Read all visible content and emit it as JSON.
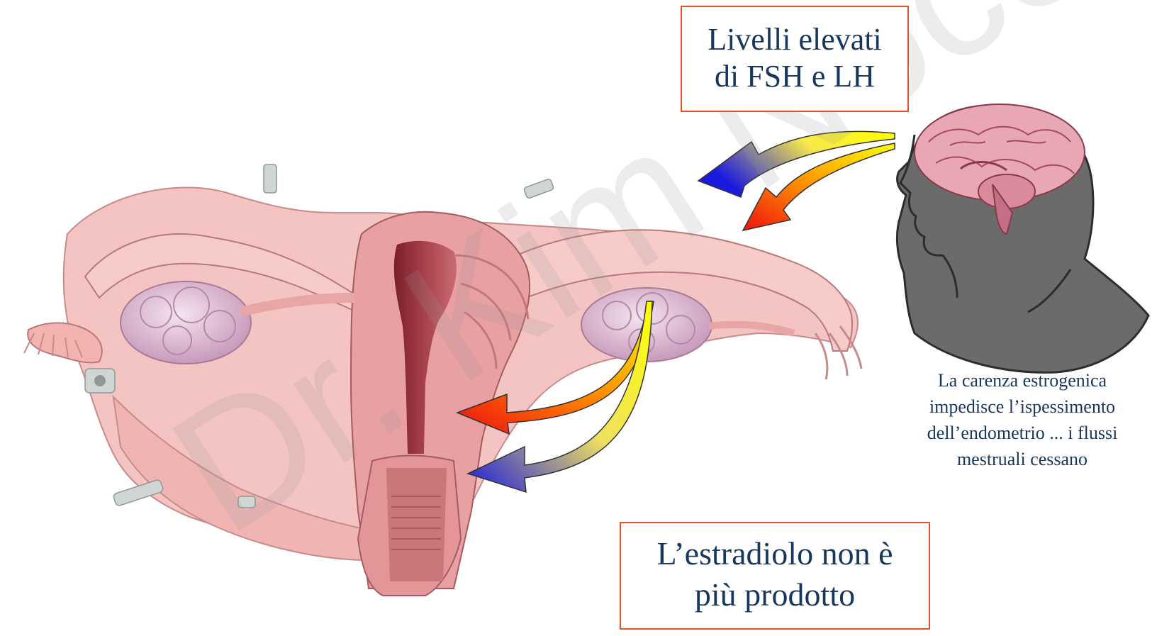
{
  "labels": {
    "top_box_line1": "Livelli elevati",
    "top_box_line2": "di FSH e LH",
    "bottom_box_line1": "L’estradiolo non è",
    "bottom_box_line2": "più prodotto",
    "caption_line1": "La carenza estrogenica",
    "caption_line2": "impedisce  l’ispessimento",
    "caption_line3": "dell’endometrio ... i flussi",
    "caption_line4": "mestruali  cessano"
  },
  "watermark": "Dr. Kim Noce",
  "colors": {
    "box_border": "#e8502a",
    "text": "#17375e",
    "arrow_blue": "#1a1adf",
    "arrow_red": "#ee1010",
    "arrow_yellow": "#ffee00",
    "tissue_pink": "#f2b5b4",
    "head_gray": "#6b6b6b"
  },
  "illustrations": [
    "uterus-anatomy-illustration",
    "head-brain-illustration"
  ]
}
